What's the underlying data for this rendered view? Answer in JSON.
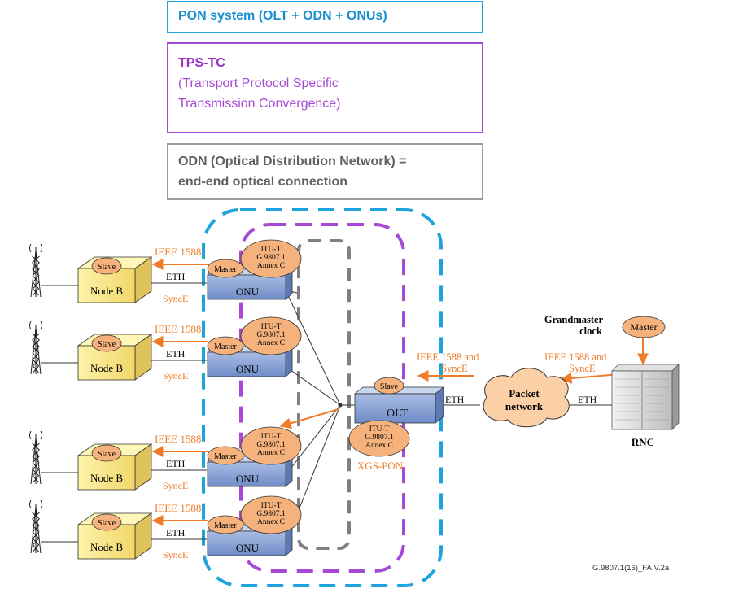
{
  "legend": {
    "pon": "PON system (OLT + ODN + ONUs)",
    "tps_title": "TPS-TC",
    "tps_line1": "(Transport Protocol Specific",
    "tps_line2": "Transmission Convergence)",
    "odn_line1": "ODN (Optical Distribution Network) =",
    "odn_line2": "end-end optical connection"
  },
  "colors": {
    "pon_boundary": "#1fa3dc",
    "tps_boundary": "#a64ad6",
    "odn_boundary": "#808080",
    "sync_arrow": "#f07c2a",
    "ellipse_fill": "#f5b27c"
  },
  "node_b_label": "Node B",
  "slave_label": "Slave",
  "master_label": "Master",
  "onu_label": "ONU",
  "eth_label": "ETH",
  "ieee_label": "IEEE 1588",
  "synce_label": "SyncE",
  "itu_line1": "ITU-T",
  "itu_line2": "G.9807.1",
  "itu_line3": "Annex C",
  "olt_label": "OLT",
  "xgs_pon_label": "XGS-PON",
  "ieee_and_label": "IEEE 1588 and",
  "packet_line1": "Packet",
  "packet_line2": "network",
  "grandmaster_line1": "Grandmaster",
  "grandmaster_line2": "clock",
  "rnc_label": "RNC",
  "figure_id": "G.9807.1(16)_FA.V.2a"
}
